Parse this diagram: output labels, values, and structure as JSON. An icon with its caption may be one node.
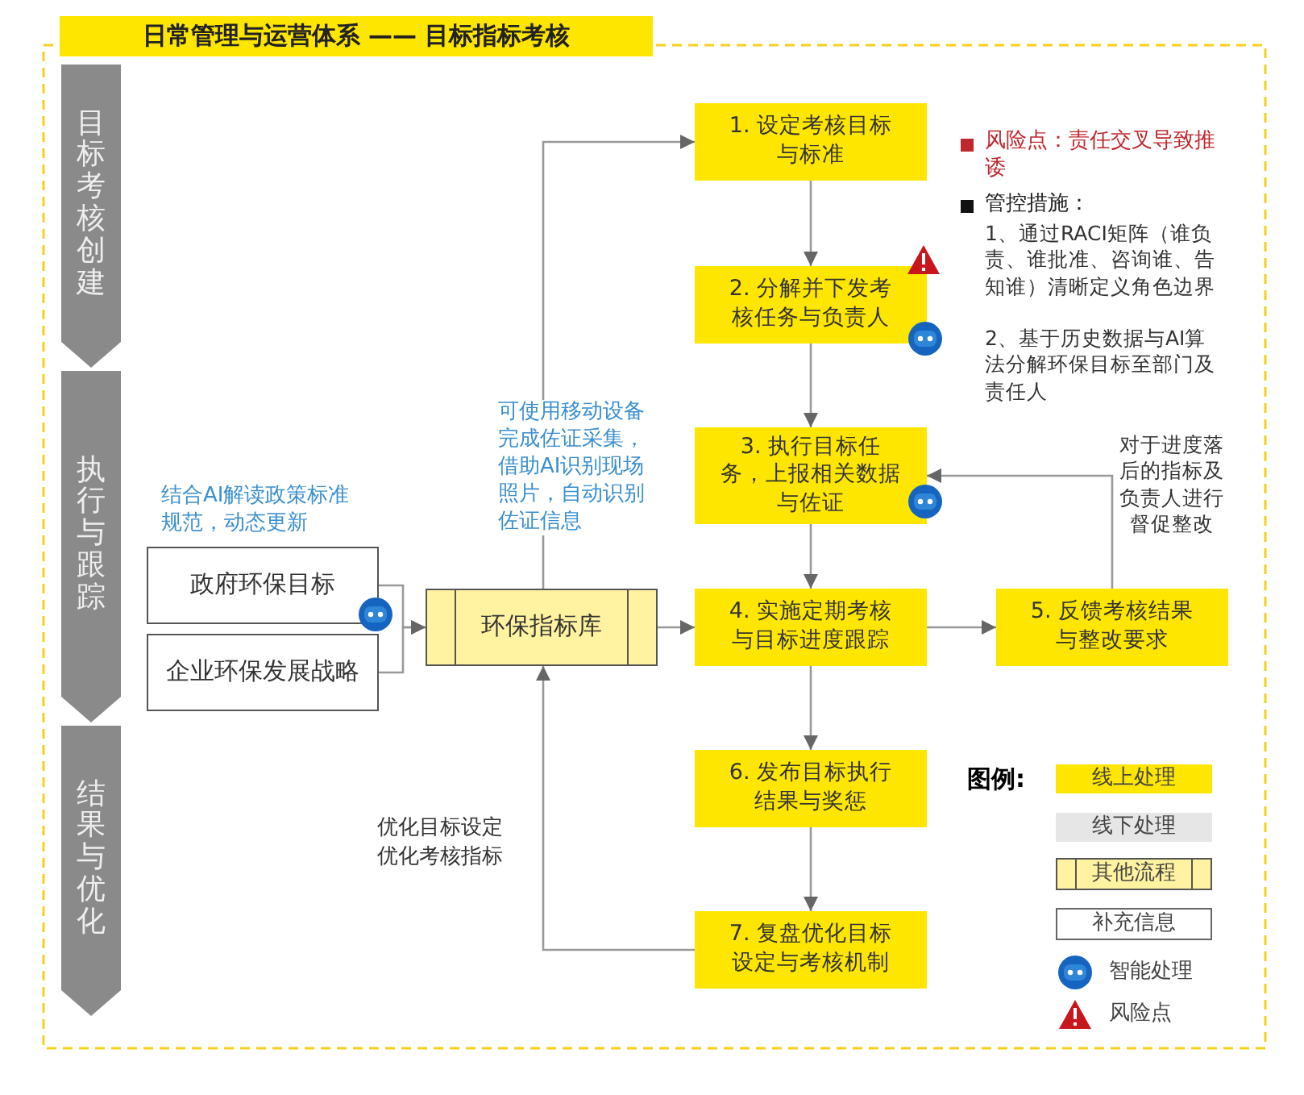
{
  "diagram": {
    "title": "日常管理与运营体系 —— 目标指标考核",
    "nodes": [
      {
        "text": [
          "目标考核创建"
        ]
      },
      {
        "text": [
          "执行与跟踪"
        ]
      },
      {
        "text": [
          "结果与优化"
        ]
      },
      {
        "text": [
          "1. 设定考核目标与标准"
        ]
      },
      {
        "text": [
          "2. 分解并下发考核任务与负责人"
        ]
      },
      {
        "text": [
          "3. 执行目标任务，上报相关数据与佐证"
        ]
      },
      {
        "text": [
          "政府环保目标"
        ]
      },
      {
        "text": [
          "企业环保发展战略"
        ]
      },
      {
        "text": [
          "环保指标库"
        ]
      },
      {
        "text": [
          "4. 实施定期考核与目标进度跟踪"
        ]
      },
      {
        "text": [
          "5. 反馈考核结果与整改要求"
        ]
      },
      {
        "text": [
          "6. 发布目标执行结果与奖惩"
        ]
      },
      {
        "text": [
          "7. 复盘优化目标设定与考核机制"
        ]
      }
    ],
    "edges": [
      {
        "from": 3,
        "to": 4,
        "arrow": "to"
      },
      {
        "from": 4,
        "to": 5,
        "arrow": "to"
      },
      {
        "from": 5,
        "to": 9,
        "arrow": "to"
      },
      {
        "from": 9,
        "to": 11,
        "arrow": "to"
      },
      {
        "from": 11,
        "to": 12,
        "arrow": "to"
      },
      {
        "from": 9,
        "to": 10,
        "arrow": "to"
      },
      {
        "from": 10,
        "to": 5,
        "arrow": "to"
      },
      {
        "from": 8,
        "to": 9,
        "arrow": "to"
      },
      {
        "from": 8,
        "to": 3,
        "arrow": "to"
      },
      {
        "from": 12,
        "to": 8,
        "arrow": "to"
      },
      {
        "from": 6,
        "to": 8,
        "arrow": "to"
      },
      {
        "from": 7,
        "to": 8,
        "arrow": "to"
      }
    ],
    "labels": [
      "风险点：责任交叉导致推诿",
      "管控措施：",
      "1、通过RACI矩阵（谁负责、谁批准、咨询谁、告知谁）清晰定义角色边界",
      "2、基于历史数据与AI算法分解环保目标至部门及责任人",
      "结合AI解读政策标准规范，动态更新",
      "可使用移动设备完成佐证采集，借助AI识别现场照片，自动识别佐证信息",
      "对于进度落后的指标及负责人进行督促整改",
      "优化目标设定",
      "优化考核指标",
      "图例:"
    ],
    "legend": [
      {
        "text": "线上处理",
        "color": "#ffe600"
      },
      {
        "text": "线下处理",
        "color": "#e6e6e6"
      },
      {
        "text": "其他流程"
      },
      {
        "text": "补充信息"
      },
      {
        "text": "智能处理"
      },
      {
        "text": "风险点"
      }
    ]
  }
}
